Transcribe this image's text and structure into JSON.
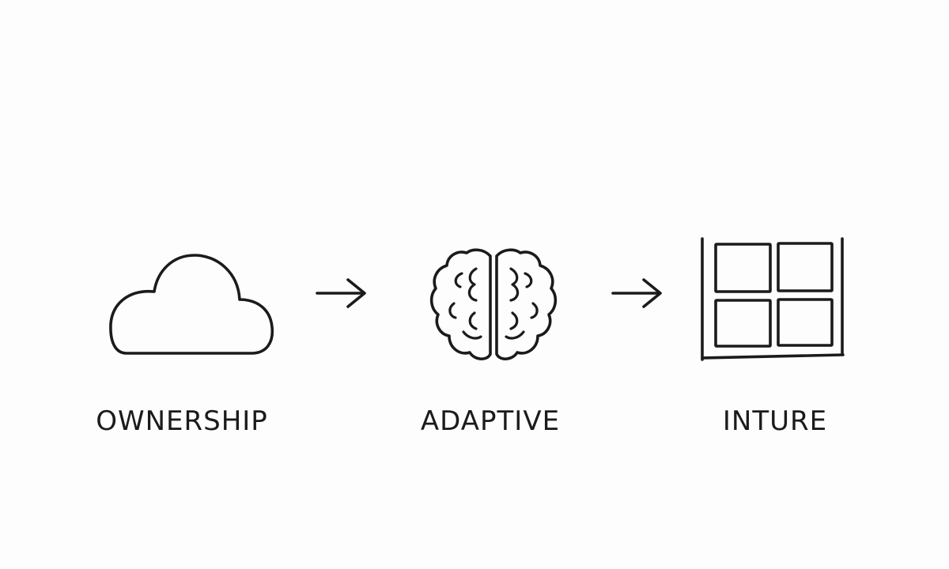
{
  "background_color": "#fdfdfd",
  "ink_color": "#1b1b1b",
  "steps": [
    {
      "icon": "cloud-icon",
      "label": "OWNERSHIP"
    },
    {
      "icon": "brain-icon",
      "label": "ADAPTIVE"
    },
    {
      "icon": "window-grid-icon",
      "label": "INTURE"
    }
  ],
  "connectors": [
    {
      "icon": "arrow-right-icon"
    },
    {
      "icon": "arrow-right-icon"
    }
  ]
}
